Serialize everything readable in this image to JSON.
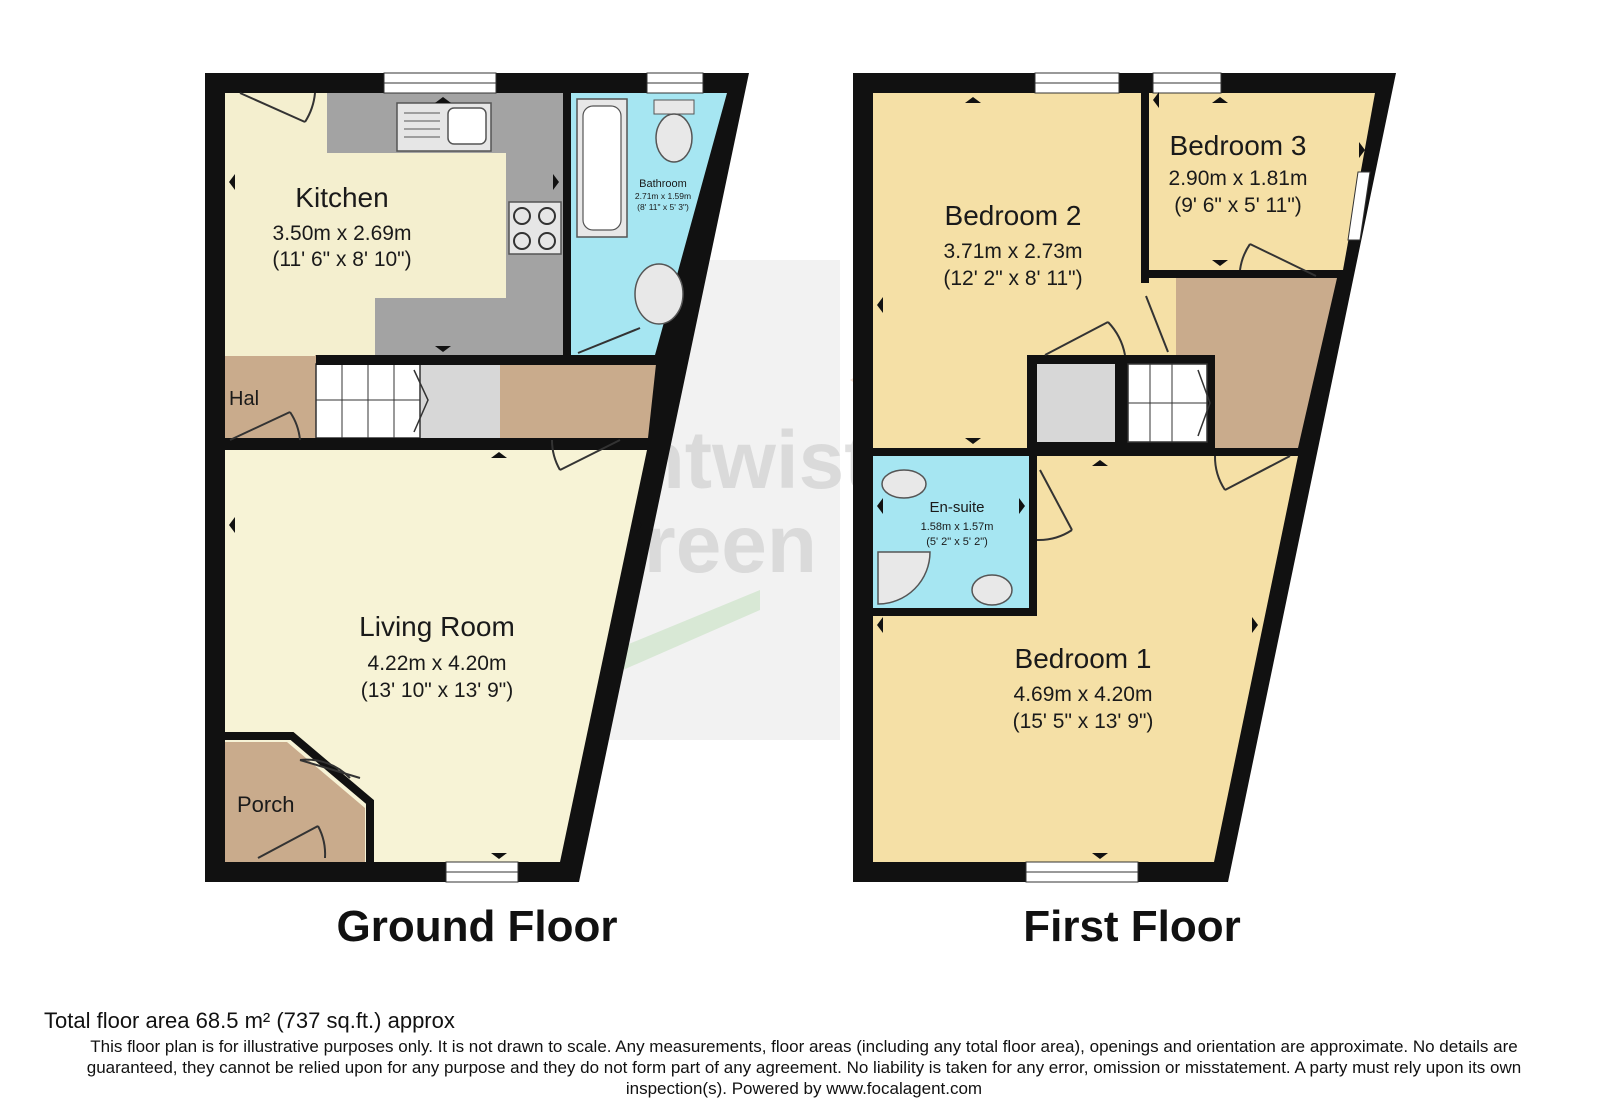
{
  "watermark": {
    "line1": "Entwistle",
    "line2": "Green"
  },
  "colors": {
    "wall": "#111111",
    "kitchen": "#f4efcf",
    "living": "#f7f3d6",
    "hall": "#c9ab8c",
    "bathroom": "#a6e6f2",
    "bedroom": "#f5e0a6",
    "worktop": "#a3a3a3",
    "stairs": "#d7d7d7"
  },
  "ground_floor": {
    "title": "Ground Floor",
    "rooms": [
      {
        "key": "kitchen",
        "name": "Kitchen",
        "size_m": "3.50m x 2.69m",
        "size_ft": "(11' 6\" x 8' 10\")"
      },
      {
        "key": "bathroom",
        "name": "Bathroom",
        "size_m": "2.71m x 1.59m",
        "size_ft": "(8' 11\" x 5' 3\")"
      },
      {
        "key": "hall",
        "name": "Hal"
      },
      {
        "key": "living",
        "name": "Living Room",
        "size_m": "4.22m x 4.20m",
        "size_ft": "(13' 10\" x 13' 9\")"
      },
      {
        "key": "porch",
        "name": "Porch"
      }
    ]
  },
  "first_floor": {
    "title": "First Floor",
    "rooms": [
      {
        "key": "bedroom2",
        "name": "Bedroom 2",
        "size_m": "3.71m x 2.73m",
        "size_ft": "(12' 2\" x 8' 11\")"
      },
      {
        "key": "bedroom3",
        "name": "Bedroom 3",
        "size_m": "2.90m x 1.81m",
        "size_ft": "(9' 6\" x 5' 11\")"
      },
      {
        "key": "ensuite",
        "name": "En-suite",
        "size_m": "1.58m x 1.57m",
        "size_ft": "(5' 2\" x 5' 2\")"
      },
      {
        "key": "bedroom1",
        "name": "Bedroom 1",
        "size_m": "4.69m x 4.20m",
        "size_ft": "(15' 5\" x 13' 9\")"
      }
    ]
  },
  "footer": {
    "total_area": "Total floor area 68.5 m² (737 sq.ft.) approx",
    "disclaimer": "This floor plan is for illustrative purposes only. It is not drawn to scale. Any measurements, floor areas (including any total floor area), openings and orientation are approximate. No details are guaranteed, they cannot be relied upon for any purpose and they do not form part of any agreement. No liability is taken for any error, omission or misstatement. A party must rely upon its own inspection(s). Powered by www.focalagent.com"
  }
}
